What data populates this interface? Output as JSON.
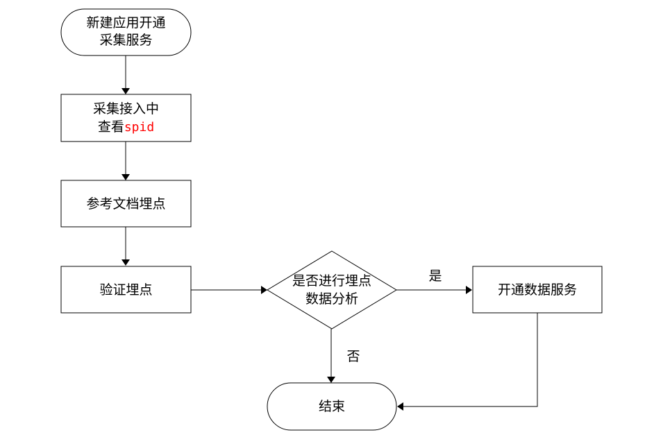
{
  "nodes": {
    "start": {
      "line1": "新建应用开通",
      "line2": "采集服务"
    },
    "view_spid": {
      "line1": "采集接入中",
      "line2_prefix": "查看",
      "line2_code": "spid"
    },
    "doc_tracking": {
      "label": "参考文档埋点"
    },
    "verify_tracking": {
      "label": "验证埋点"
    },
    "decision": {
      "line1": "是否进行埋点",
      "line2": "数据分析"
    },
    "open_service": {
      "label": "开通数据服务"
    },
    "end": {
      "label": "结束"
    }
  },
  "edges": {
    "yes_label": "是",
    "no_label": "否"
  },
  "colors": {
    "code_text": "#ff0000",
    "stroke": "#000000"
  }
}
